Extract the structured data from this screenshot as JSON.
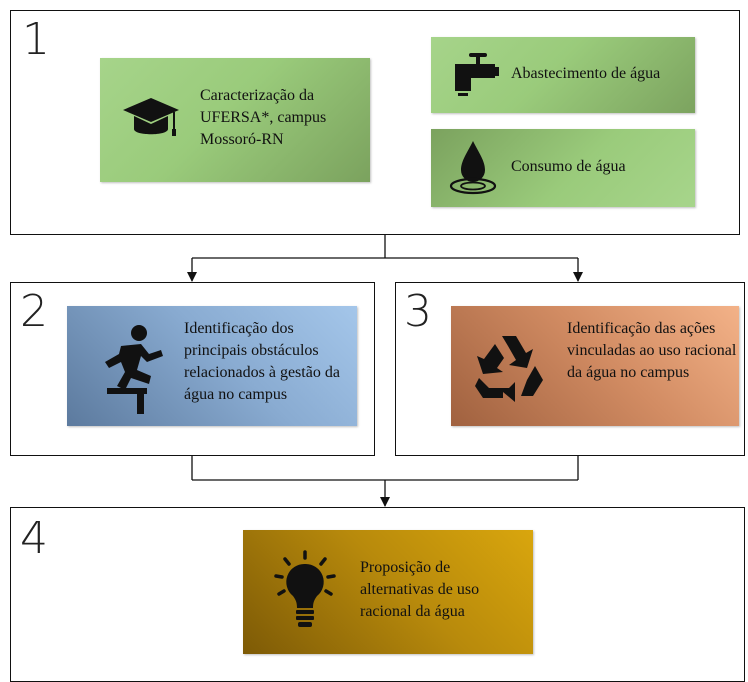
{
  "steps": {
    "s1": {
      "number": "1"
    },
    "s2": {
      "number": "2"
    },
    "s3": {
      "number": "3"
    },
    "s4": {
      "number": "4"
    }
  },
  "boxes": {
    "caracterizacao": {
      "text": "Caracterização da UFERSA*, campus Mossoró-RN",
      "icon": "graduation-cap-icon",
      "color": "#9acb7b"
    },
    "abastecimento": {
      "text": "Abastecimento de água",
      "icon": "water-tap-icon",
      "color": "#9acb7b"
    },
    "consumo": {
      "text": "Consumo de água",
      "icon": "water-drop-icon",
      "color": "#9acb7b"
    },
    "obstaculos": {
      "text": "Identificação dos principais obstáculos relacionados à gestão da água no campus",
      "icon": "hurdle-jumper-icon",
      "color": "#89abd1"
    },
    "acoes": {
      "text": "Identificação das ações vinculadas ao uso racional da água no campus",
      "icon": "recycle-icon",
      "color": "#d28c63"
    },
    "proposicao": {
      "text": "Proposição de alternativas de uso racional da água",
      "icon": "light-bulb-icon",
      "color": "#b88a0c"
    }
  }
}
